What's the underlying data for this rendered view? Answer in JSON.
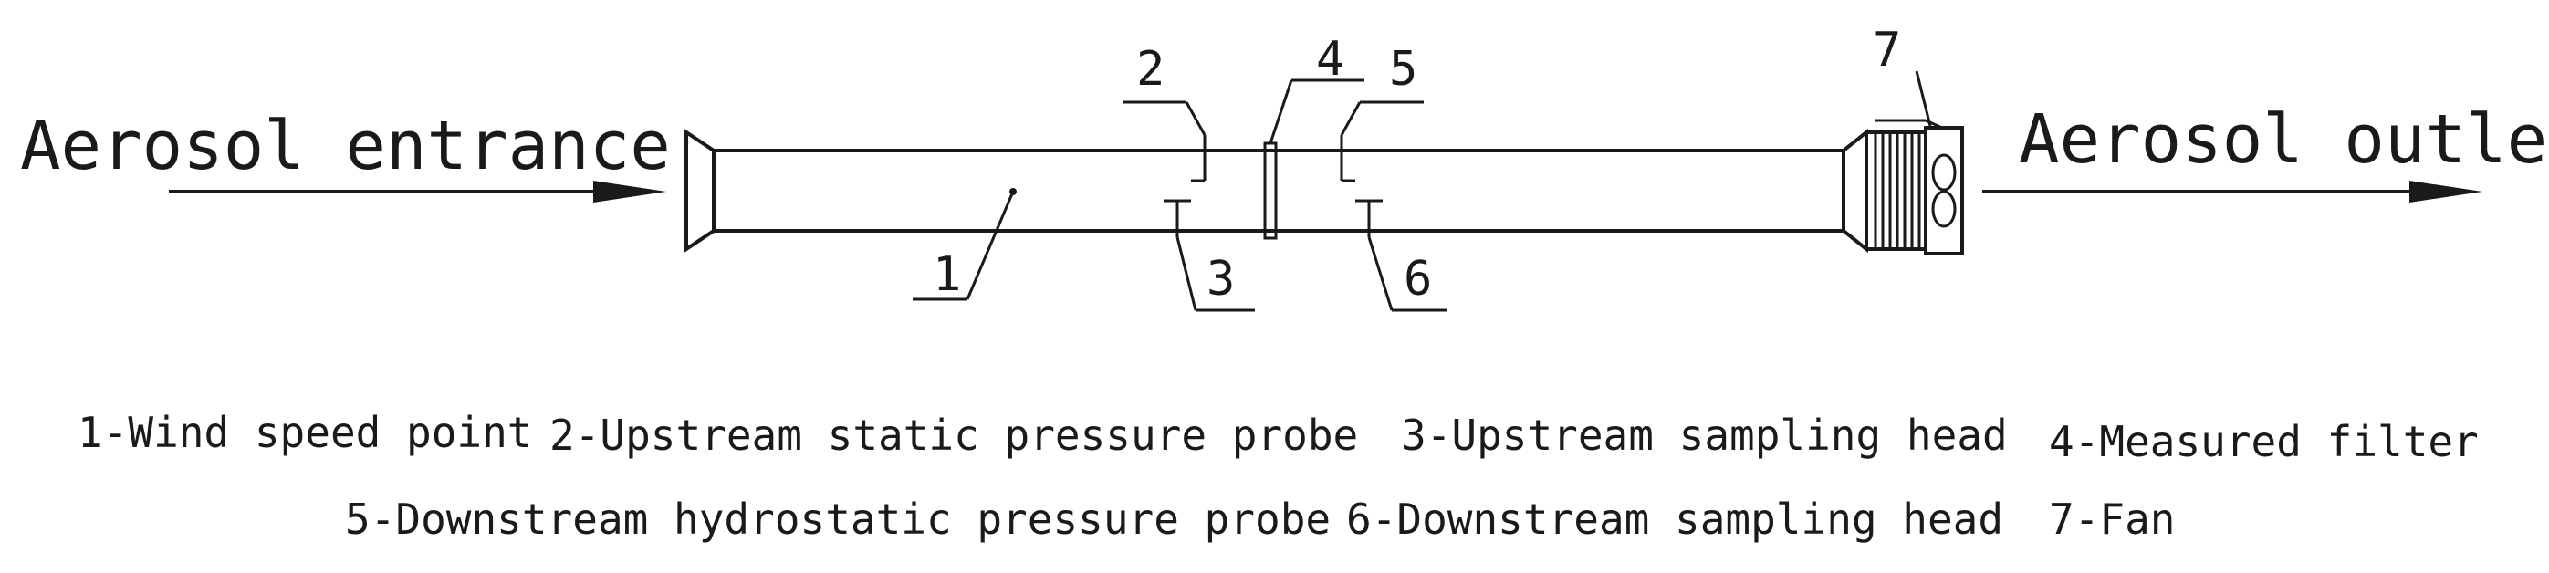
{
  "labels": {
    "inlet": "Aerosol entrance",
    "outlet": "Aerosol outlet"
  },
  "components": [
    {
      "num": "1"
    },
    {
      "num": "2"
    },
    {
      "num": "3"
    },
    {
      "num": "4"
    },
    {
      "num": "5"
    },
    {
      "num": "6"
    },
    {
      "num": "7"
    }
  ],
  "legend": {
    "row1": [
      "1-Wind speed point",
      "2-Upstream static pressure probe",
      "3-Upstream sampling head",
      "4-Measured filter"
    ],
    "row2": [
      "5-Downstream hydrostatic pressure probe",
      "6-Downstream sampling head",
      "7-Fan"
    ]
  }
}
